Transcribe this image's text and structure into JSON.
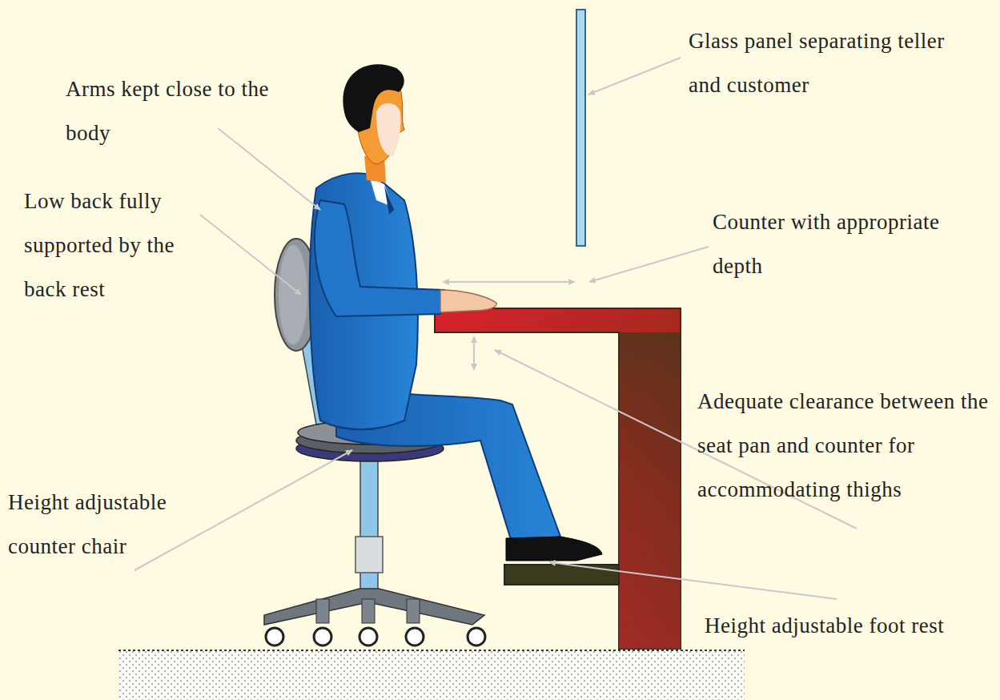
{
  "diagram": {
    "labels": [
      "Glass panel separating teller and customer",
      "Arms kept close to the body",
      "Low back fully supported by the back rest",
      "Counter with appropriate depth",
      "Adequate clearance between the seat pan and counter for accommodating thighs",
      "Height adjustable counter chair",
      "Height adjustable foot rest"
    ]
  }
}
